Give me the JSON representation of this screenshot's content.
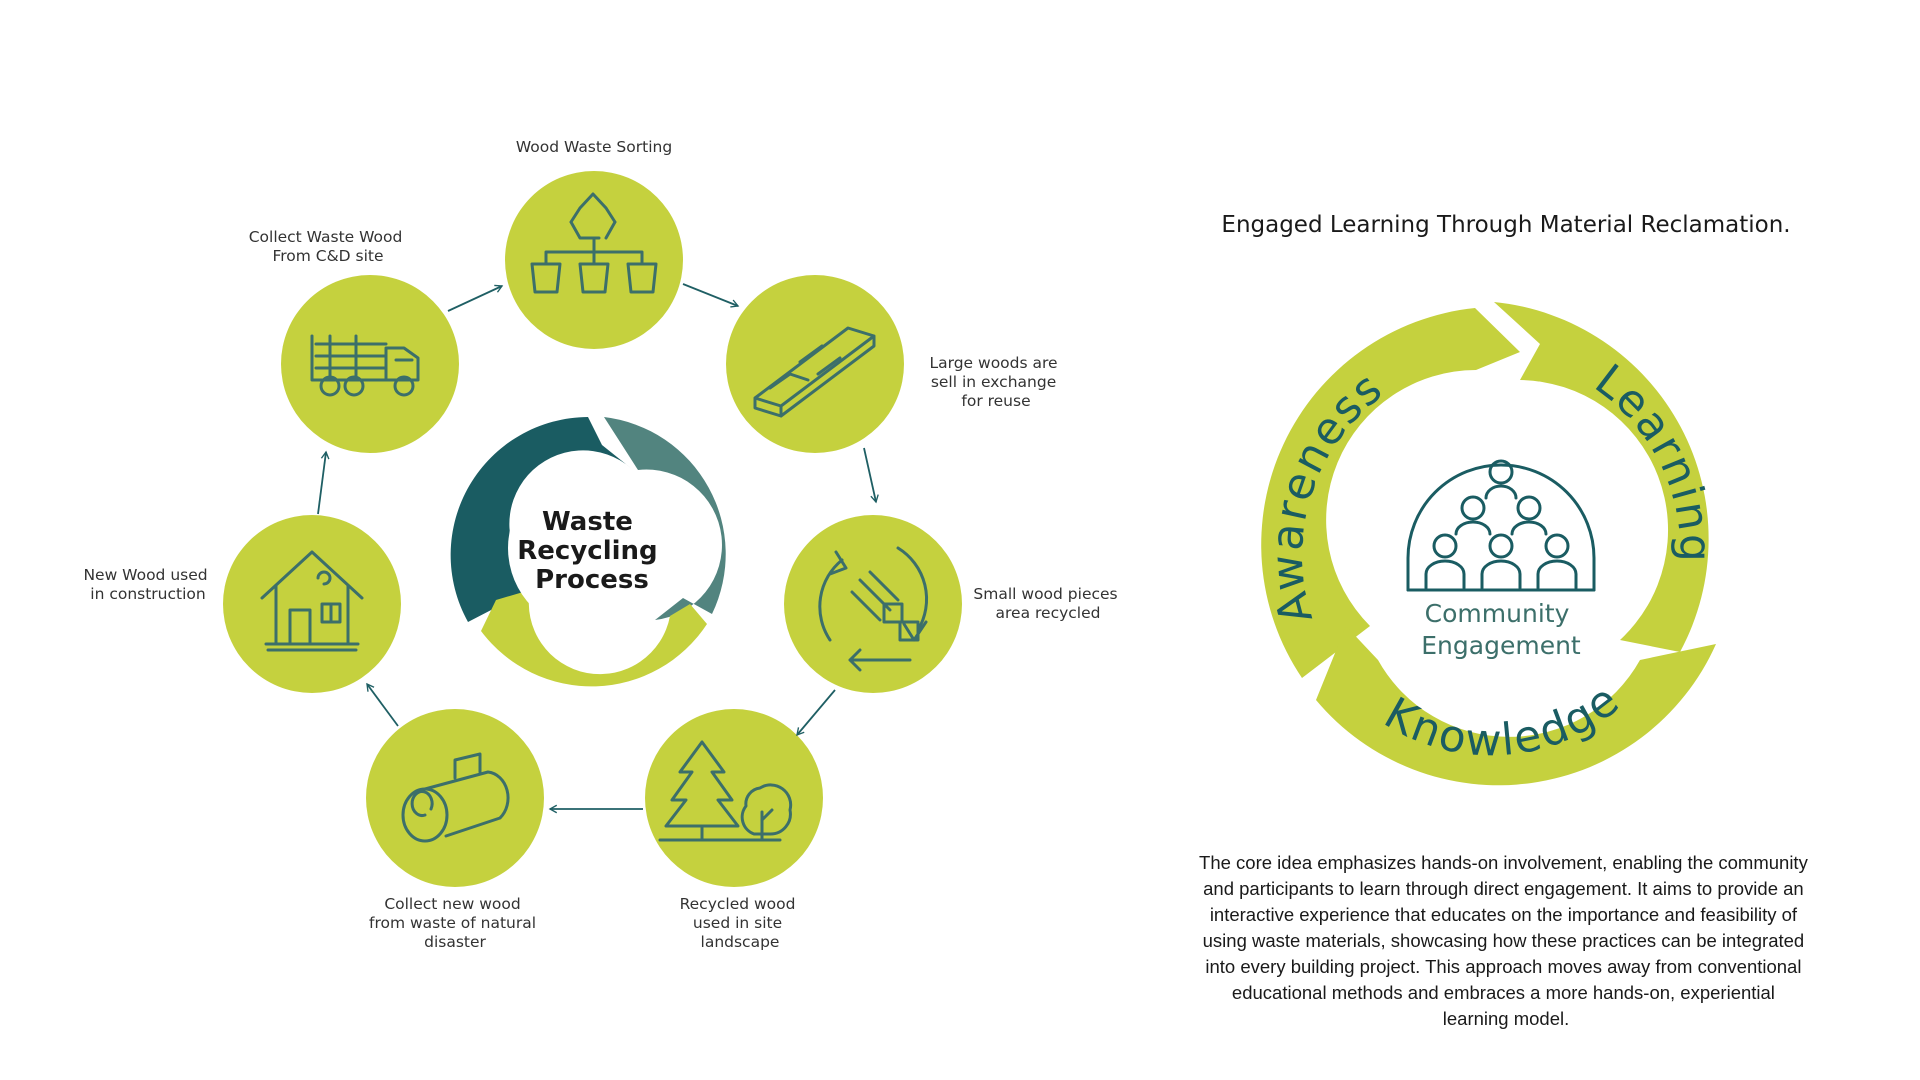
{
  "colors": {
    "lime": "#c5d13e",
    "teal_dark": "#1a5c62",
    "teal_mid": "#52847f",
    "icon_stroke": "#3c6f6a",
    "arrow": "#1f5f64",
    "text": "#333333"
  },
  "recycling": {
    "center_title": [
      "Waste",
      "Recycling",
      "Process"
    ],
    "steps": [
      {
        "icon": "recycle-sorting-icon",
        "label_lines": [
          "Wood Waste Sorting"
        ]
      },
      {
        "icon": "wood-planks-icon",
        "label_lines": [
          "Large woods are",
          "sell in exchange",
          "for reuse"
        ]
      },
      {
        "icon": "recycling-wood-pieces-icon",
        "label_lines": [
          "Small wood pieces",
          "area recycled"
        ]
      },
      {
        "icon": "trees-icon",
        "label_lines": [
          "Recycled wood",
          "used in site",
          "landscape"
        ]
      },
      {
        "icon": "log-icon",
        "label_lines": [
          "Collect new wood",
          "from waste of natural",
          "disaster"
        ]
      },
      {
        "icon": "house-icon",
        "label_lines": [
          "New Wood used",
          "in construction"
        ]
      },
      {
        "icon": "truck-icon",
        "label_lines": [
          "Collect Waste Wood",
          "From C&D site"
        ]
      }
    ]
  },
  "engagement": {
    "heading": "Engaged Learning Through Material Reclamation.",
    "ring_words": [
      "Awareness",
      "Learning",
      "Knowledge"
    ],
    "center_label_lines": [
      "Community",
      "Engagement"
    ],
    "center_icon": "community-people-icon",
    "paragraph_lines": [
      "The core idea emphasizes hands-on involvement, enabling the community",
      "and participants to learn through direct engagement. It aims to provide an",
      "interactive experience that educates on the importance and feasibility of",
      "using waste materials, showcasing how these practices can be integrated",
      "into every building project. This approach moves away from conventional",
      "educational methods and embraces a more hands-on, experiential",
      "learning model."
    ]
  }
}
